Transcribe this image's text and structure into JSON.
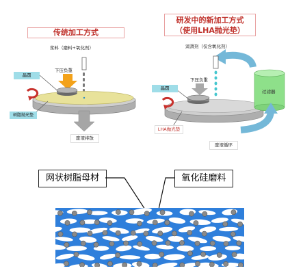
{
  "left_panel": {
    "title": "传统加工方式",
    "slurry_label": "浆料（磨料+氧化剂）",
    "wafer_label": "晶圆",
    "pressure_label": "下压负重",
    "pad_label": "树脂抛光垫",
    "waste_label": "废液排放"
  },
  "right_panel": {
    "title_line1": "研发中的新加工方式",
    "title_line2": "（使用LHA抛光垫）",
    "lubricant_label": "润滑剂（仅含氧化剂）",
    "wafer_label": "晶圆",
    "pressure_label": "下压负重",
    "pad_label": "LHA抛光垫",
    "filter_label": "过滤器",
    "recycle_label": "废液循环"
  },
  "bottom_panel": {
    "resin_label": "网状树脂母材",
    "abrasive_label": "氧化硅磨料"
  },
  "colors": {
    "title_red": "#c0302a",
    "cyan_drops": "#46c7cf",
    "pad_yellow": "#e8e29a",
    "platen_gray": "#b8b8b8",
    "filter_green": "#8ee08a",
    "arrow_cyan": "#6fb6d6",
    "mesh_blue": "#2f7fdb",
    "particle_gray": "#8a8a8a"
  }
}
